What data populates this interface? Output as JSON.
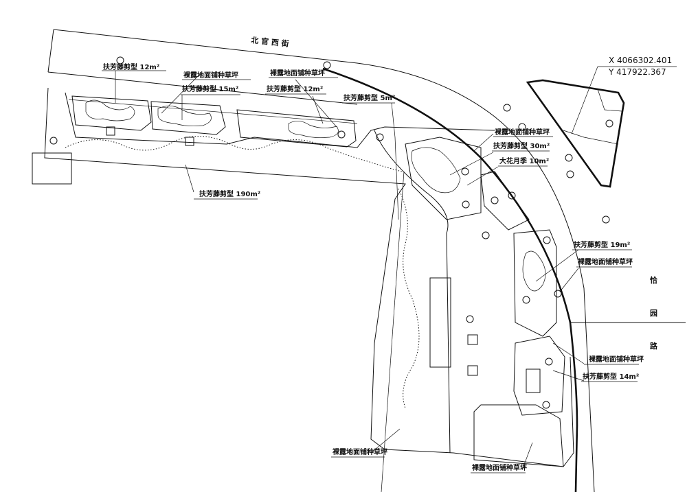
{
  "streets": {
    "north": "北 官 西 街",
    "east": [
      "恰",
      "园",
      "路"
    ]
  },
  "coordinates": {
    "x": "X 4066302.401",
    "y": "Y 417922.367"
  },
  "labels": {
    "a": "扶芳藤剪型 12m²",
    "b": "裸露地面铺种草坪",
    "c": "扶芳藤剪型 15m²",
    "d": "裸露地面铺种草坪",
    "e": "扶芳藤剪型 12m²",
    "f": "扶芳藤剪型 5m²",
    "g": "裸露地面铺种草坪",
    "h": "扶芳藤剪型 30m²",
    "i": "大花月季 10m²",
    "j": "扶芳藤剪型 190m²",
    "k": "扶芳藤剪型 19m²",
    "l": "裸露地面铺种草坪",
    "m": "裸露地面铺种草坪",
    "n": "扶芳藤剪型 14m²",
    "o": "裸露地面铺种草坪",
    "p": "裸露地面铺种草坪"
  }
}
